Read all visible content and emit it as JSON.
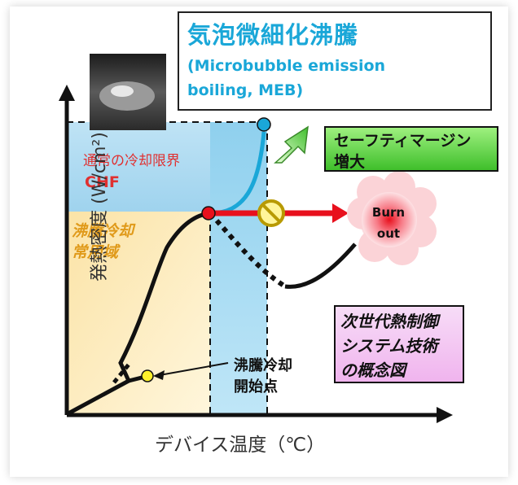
{
  "meb_title": {
    "main": "気泡微細化沸騰",
    "sub_line1": "(Microbubble emission",
    "sub_line2": "boiling, MEB)"
  },
  "safety_margin": {
    "line1": "セーフティマージン",
    "line2": "増大"
  },
  "regions": {
    "chf_title": "通常の冷却限界",
    "chf_label": "CHF",
    "normal_line1": "沸騰冷却",
    "normal_line2": "常用域"
  },
  "onset": {
    "line1": "沸騰冷却",
    "line2": "開始点"
  },
  "burnout": {
    "line1": "Burn",
    "line2": "out"
  },
  "concept": {
    "line1": "次世代熱制御",
    "line2": "システム技術",
    "line3": "の概念図"
  },
  "axes": {
    "x_label": "デバイス温度（℃）",
    "y_label": "発熱密度 (W/cm²)"
  },
  "colors": {
    "meb_blue": "#1aa7d8",
    "chf_red": "#e03030",
    "orange_text": "#e09a1a",
    "blue_region": "#bfe3f5",
    "orange_region": "#fbe3a6",
    "green_box": "#58cc3c",
    "pink_box": "#f4c8f2"
  },
  "icons": [
    "prohibition-sign",
    "green-up-arrow",
    "red-right-arrow",
    "explosion-cloud",
    "bubble-photo"
  ]
}
